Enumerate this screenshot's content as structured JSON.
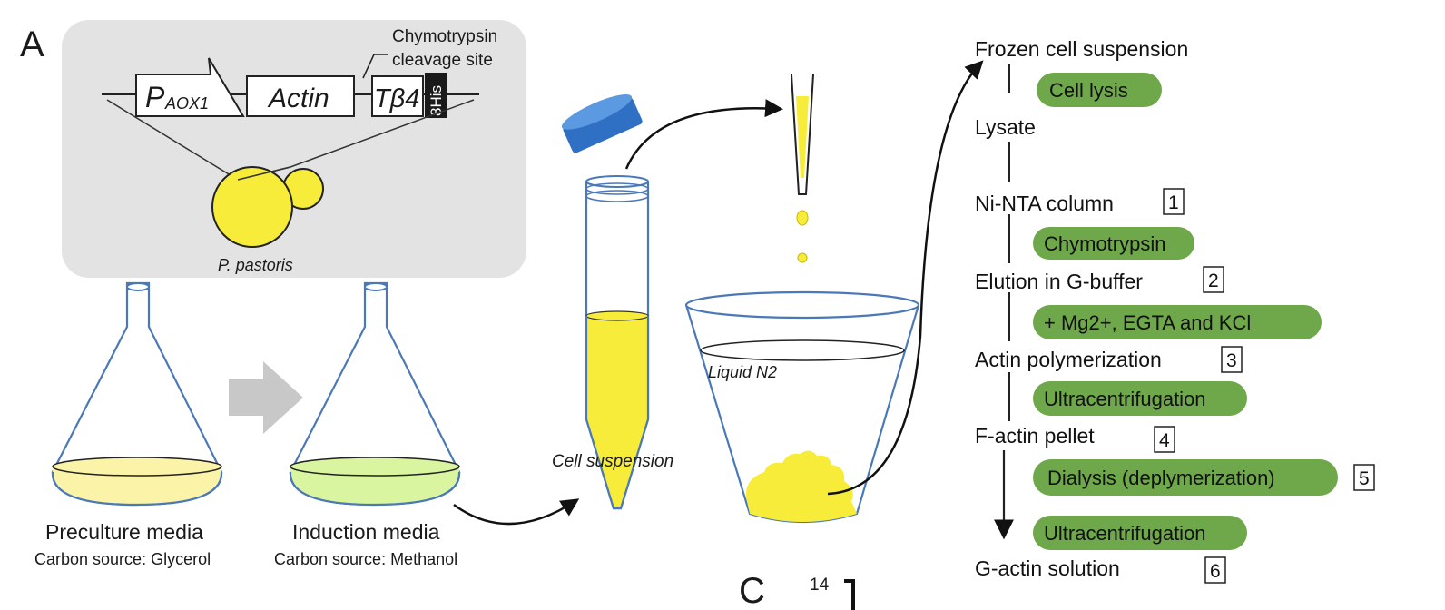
{
  "panel_labels": {
    "a": "A",
    "c": "C"
  },
  "construct": {
    "promoter_label": "P",
    "promoter_subscript": "AOX1",
    "actin_label": "Actin",
    "tbeta4_label": "Tβ4",
    "his_tag_label": "8His",
    "cleavage_line1": "Chymotrypsin",
    "cleavage_line2": "cleavage site",
    "organism_label": "P. pastoris"
  },
  "flasks": {
    "preculture_title": "Preculture media",
    "preculture_sub": "Carbon source: Glycerol",
    "induction_title": "Induction media",
    "induction_sub": "Carbon source: Methanol"
  },
  "tube_label": "Cell suspension",
  "cup_label": "Liquid N2",
  "axis_tick": "14",
  "workflow": {
    "steps": [
      "Frozen cell suspension",
      "Lysate",
      "Ni-NTA column",
      "Elution in G-buffer",
      "Actin polymerization",
      "F-actin pellet",
      "G-actin solution"
    ],
    "pills": [
      "Cell lysis",
      "Chymotrypsin",
      "+ Mg2+, EGTA and KCl",
      "Ultracentrifugation",
      "Dialysis (deplymerization)",
      "Ultracentrifugation"
    ],
    "numbers": [
      "1",
      "2",
      "3",
      "4",
      "5",
      "6"
    ]
  },
  "colors": {
    "pill_green": "#6fa84a",
    "yeast_yellow": "#f7ec3a",
    "outline_blue": "#4a78b8",
    "cap_blue": "#2f6fc4",
    "panel_gray": "#e3e3e3",
    "arrow_gray": "#c8c8c8",
    "preculture_fill": "#fbf4a8",
    "induction_fill": "#d9f5a0"
  }
}
